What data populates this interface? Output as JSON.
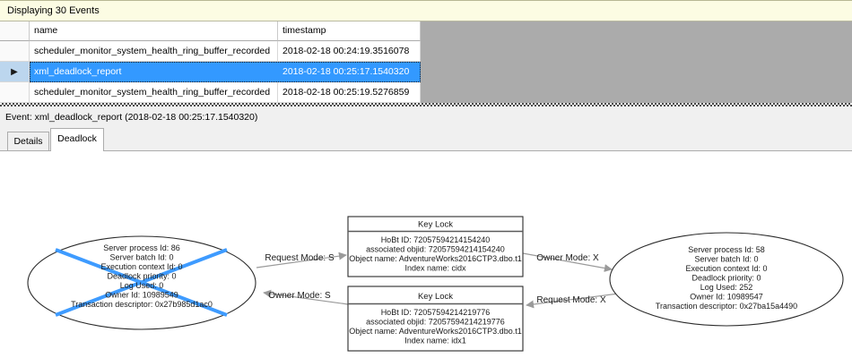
{
  "info_bar": {
    "title": "Displaying 30 Events"
  },
  "events_grid": {
    "columns": [
      {
        "label": "name"
      },
      {
        "label": "timestamp"
      }
    ],
    "rows": [
      {
        "name": "scheduler_monitor_system_health_ring_buffer_recorded",
        "timestamp": "2018-02-18 00:24:19.3516078"
      },
      {
        "name": "xml_deadlock_report",
        "timestamp": "2018-02-18 00:25:17.1540320"
      },
      {
        "name": "scheduler_monitor_system_health_ring_buffer_recorded",
        "timestamp": "2018-02-18 00:25:19.5276859"
      }
    ],
    "selected_row_index": 1,
    "row_indicator_icon": "▶"
  },
  "event_bar": {
    "text": "Event: xml_deadlock_report (2018-02-18 00:25:17.1540320)"
  },
  "tabs": [
    {
      "label": "Details"
    },
    {
      "label": "Deadlock"
    }
  ],
  "active_tab": "Deadlock",
  "deadlock_graph": {
    "victim_process": {
      "lines": [
        "Server process Id: 86",
        "Server batch Id: 0",
        "Execution context Id: 0",
        "Deadlock priority: 0",
        "Log Used: 0",
        "Owner Id: 10989549",
        "Transaction descriptor: 0x27b985d1ac0"
      ]
    },
    "owner_process": {
      "lines": [
        "Server process Id: 58",
        "Server batch Id: 0",
        "Execution context Id: 0",
        "Deadlock priority: 0",
        "Log Used: 252",
        "Owner Id: 10989547",
        "Transaction descriptor: 0x27ba15a4490"
      ]
    },
    "resources": [
      {
        "title": "Key Lock",
        "lines": [
          "HoBt ID: 72057594214154240",
          "associated objid: 72057594214154240",
          "Object name: AdventureWorks2016CTP3.dbo.t1",
          "Index name: cidx"
        ]
      },
      {
        "title": "Key Lock",
        "lines": [
          "HoBt ID: 72057594214219776",
          "associated objid: 72057594214219776",
          "Object name: AdventureWorks2016CTP3.dbo.t1",
          "Index name: idx1"
        ]
      }
    ],
    "edges": [
      {
        "label": "Request Mode: S"
      },
      {
        "label": "Owner Mode: S"
      },
      {
        "label": "Owner Mode: X"
      },
      {
        "label": "Request Mode: X"
      }
    ],
    "colors": {
      "victim_cross": "#3E9BFF",
      "edge": "#9A9A9A"
    }
  },
  "colors": {
    "selection": "#3399FF",
    "selection_text": "#FFFFFF",
    "info_bar_bg": "#FCFCE3",
    "grid_dead_area": "#ABABAB"
  }
}
